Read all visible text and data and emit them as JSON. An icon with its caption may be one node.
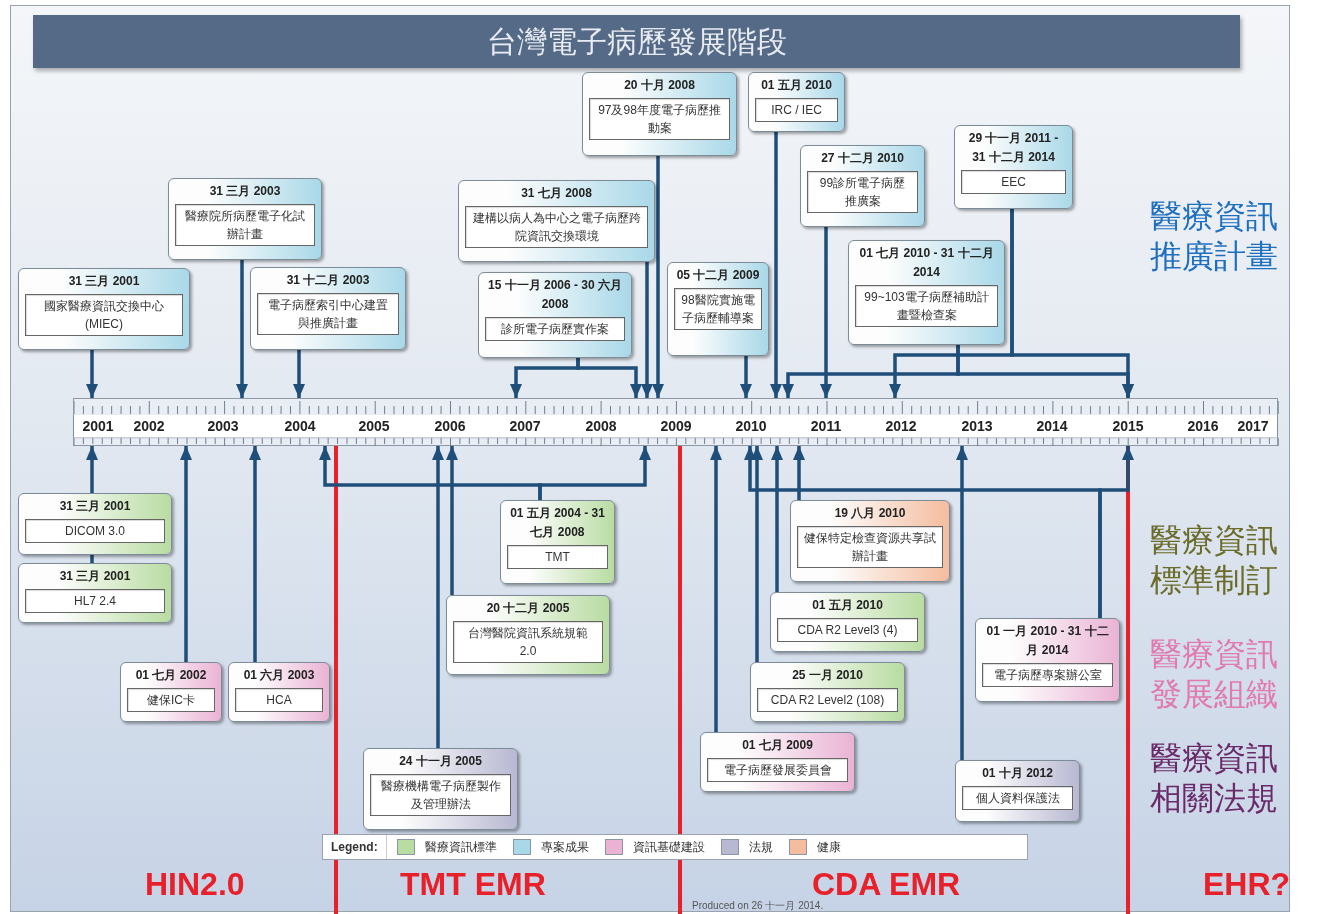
{
  "diagram": {
    "title": "台灣電子病歷發展階段",
    "nodes": [
      {
        "text": [
          "31 三月 2001",
          "國家醫療資訊交換中心 (MIEC)"
        ]
      },
      {
        "text": [
          "31 三月 2003",
          "醫療院所病歷電子化試辦計畫"
        ]
      },
      {
        "text": [
          "31 十二月 2003",
          "電子病歷索引中心建置與推廣計畫"
        ]
      },
      {
        "text": [
          "15 十一月 2006 - 30 六月 2008",
          "診所電子病歷實作案"
        ]
      },
      {
        "text": [
          "31 七月 2008",
          "建構以病人為中心之電子病歷跨院資訊交換環境"
        ]
      },
      {
        "text": [
          "20 十月 2008",
          "97及98年度電子病歷推動案"
        ]
      },
      {
        "text": [
          "01 五月 2010",
          "IRC / IEC"
        ]
      },
      {
        "text": [
          "27 十二月 2010",
          "99診所電子病歷推廣案"
        ]
      },
      {
        "text": [
          "05 十二月 2009",
          "98醫院實施電子病歷輔導案"
        ]
      },
      {
        "text": [
          "29 十一月 2011 - 31 十二月 2014",
          "EEC"
        ]
      },
      {
        "text": [
          "01 七月 2010 - 31 十二月 2014",
          "99~103電子病歷補助計畫暨檢查案"
        ]
      },
      {
        "text": [
          "2001",
          "2002",
          "2003",
          "2004",
          "2005",
          "2006",
          "2007",
          "2008",
          "2009",
          "2010",
          "2011",
          "2012",
          "2013",
          "2014",
          "2015",
          "2016",
          "2017"
        ]
      },
      {
        "text": [
          "31 三月 2001",
          "DICOM 3.0"
        ]
      },
      {
        "text": [
          "31 三月 2001",
          "HL7 2.4"
        ]
      },
      {
        "text": [
          "01 七月 2002",
          "健保IC卡"
        ]
      },
      {
        "text": [
          "01 六月 2003",
          "HCA"
        ]
      },
      {
        "text": [
          "01 五月 2004 - 31 七月 2008",
          "TMT"
        ]
      },
      {
        "text": [
          "20 十二月 2005",
          "台灣醫院資訊系統規範2.0"
        ]
      },
      {
        "text": [
          "24 十一月 2005",
          "醫療機構電子病歷製作及管理辦法"
        ]
      },
      {
        "text": [
          "19 八月 2010",
          "健保特定檢查資源共享試辦計畫"
        ]
      },
      {
        "text": [
          "01 五月 2010",
          "CDA R2 Level3 (4)"
        ]
      },
      {
        "text": [
          "25 一月 2010",
          "CDA R2 Level2 (108)"
        ]
      },
      {
        "text": [
          "01 七月 2009",
          "電子病歷發展委員會"
        ]
      },
      {
        "text": [
          "01 一月 2010 - 31 十二月 2014",
          "電子病歷專案辦公室"
        ]
      },
      {
        "text": [
          "01 十月 2012",
          "個人資料保護法"
        ]
      }
    ],
    "edges": [
      {
        "from": 0,
        "to": 11,
        "arrow": "to"
      },
      {
        "from": 1,
        "to": 11,
        "arrow": "to"
      },
      {
        "from": 2,
        "to": 11,
        "arrow": "to"
      },
      {
        "from": 3,
        "to": 11,
        "arrow": "to"
      },
      {
        "from": 3,
        "to": 11,
        "arrow": "to"
      },
      {
        "from": 4,
        "to": 11,
        "arrow": "to"
      },
      {
        "from": 5,
        "to": 11,
        "arrow": "to"
      },
      {
        "from": 6,
        "to": 11,
        "arrow": "to"
      },
      {
        "from": 7,
        "to": 11,
        "arrow": "to"
      },
      {
        "from": 8,
        "to": 11,
        "arrow": "to"
      },
      {
        "from": 9,
        "to": 11,
        "arrow": "to"
      },
      {
        "from": 9,
        "to": 11,
        "arrow": "to"
      },
      {
        "from": 10,
        "to": 11,
        "arrow": "to"
      },
      {
        "from": 10,
        "to": 11,
        "arrow": "to"
      },
      {
        "from": 12,
        "to": 11,
        "arrow": "to"
      },
      {
        "from": 13,
        "to": 12,
        "arrow": "none"
      },
      {
        "from": 14,
        "to": 11,
        "arrow": "to"
      },
      {
        "from": 15,
        "to": 11,
        "arrow": "to"
      },
      {
        "from": 16,
        "to": 11,
        "arrow": "to"
      },
      {
        "from": 16,
        "to": 11,
        "arrow": "to"
      },
      {
        "from": 17,
        "to": 11,
        "arrow": "to"
      },
      {
        "from": 18,
        "to": 11,
        "arrow": "to"
      },
      {
        "from": 19,
        "to": 11,
        "arrow": "to"
      },
      {
        "from": 20,
        "to": 11,
        "arrow": "to"
      },
      {
        "from": 21,
        "to": 11,
        "arrow": "to"
      },
      {
        "from": 22,
        "to": 11,
        "arrow": "to"
      },
      {
        "from": 23,
        "to": 11,
        "arrow": "to"
      },
      {
        "from": 23,
        "to": 11,
        "arrow": "to"
      },
      {
        "from": 24,
        "to": 11,
        "arrow": "to"
      }
    ],
    "labels": [
      "醫療資訊推廣計畫",
      "醫療資訊標準制訂",
      "醫療資訊發展組織",
      "醫療資訊相關法規",
      "Legend:",
      "HIN2.0",
      "TMT EMR",
      "CDA EMR",
      "EHR?",
      "Produced on 26 十一月 2014."
    ],
    "legend": [
      {
        "text": "醫療資訊標準",
        "color": "#b9dca2"
      },
      {
        "text": "專案成果",
        "color": "#a9d8e8"
      },
      {
        "text": "資訊基礎建設",
        "color": "#eab3d4"
      },
      {
        "text": "法規",
        "color": "#b8b8d2"
      },
      {
        "text": "健康",
        "color": "#f4bd9f"
      }
    ]
  }
}
